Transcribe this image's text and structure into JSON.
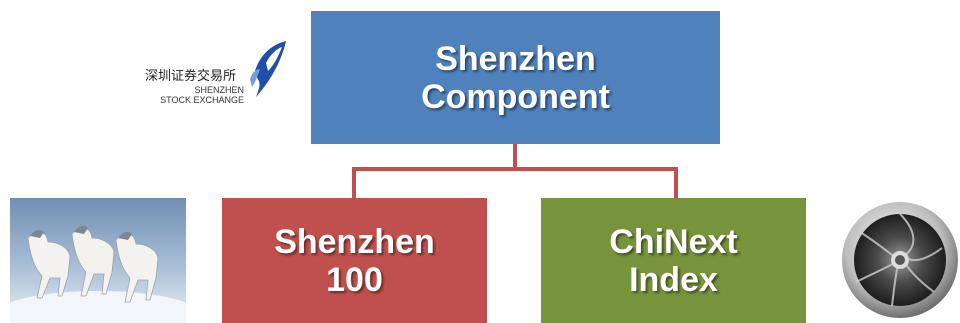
{
  "diagram": {
    "root": {
      "line1": "Shenzhen",
      "line2": "Component"
    },
    "children": [
      {
        "line1": "Shenzhen",
        "line2": "100"
      },
      {
        "line1": "ChiNext",
        "line2": "Index"
      }
    ]
  },
  "logo": {
    "cn": "深圳证券交易所",
    "en_line1": "SHENZHEN",
    "en_line2": "STOCK EXCHANGE"
  },
  "colors": {
    "root": "#4f81bd",
    "child_left": "#c0504d",
    "child_right": "#77933c",
    "connector": "#c0504d",
    "logo_blue": "#1f4fa8"
  },
  "images": {
    "left": "galloping-horses-photo",
    "right": "camera-shutter-aperture"
  }
}
